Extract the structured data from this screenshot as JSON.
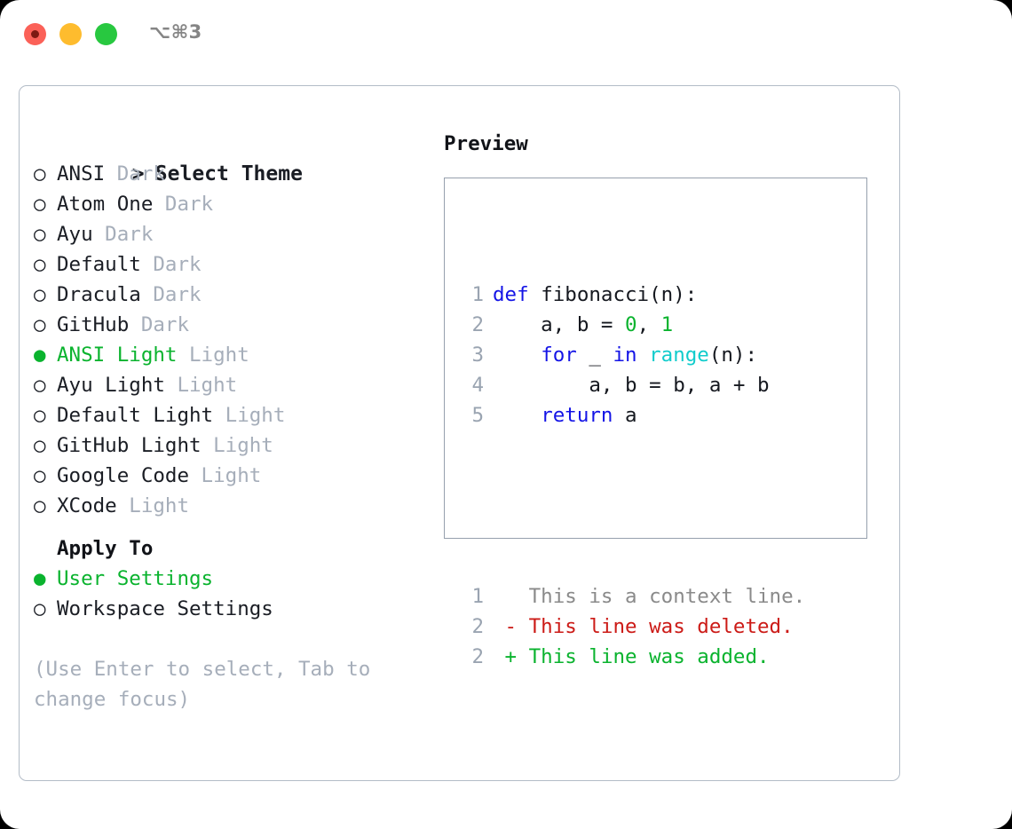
{
  "window": {
    "title": "⌥⌘3",
    "controls": [
      {
        "name": "close",
        "color": "#fb6158"
      },
      {
        "name": "minimize",
        "color": "#febc2e"
      },
      {
        "name": "zoom",
        "color": "#28c840"
      }
    ]
  },
  "theme_picker": {
    "header_marker": ">",
    "header_label": "Select Theme",
    "items": [
      {
        "marker": "○",
        "label": "ANSI",
        "suffix": " Dark",
        "selected": false
      },
      {
        "marker": "○",
        "label": "Atom One",
        "suffix": " Dark",
        "selected": false
      },
      {
        "marker": "○",
        "label": "Ayu",
        "suffix": " Dark",
        "selected": false
      },
      {
        "marker": "○",
        "label": "Default",
        "suffix": " Dark",
        "selected": false
      },
      {
        "marker": "○",
        "label": "Dracula",
        "suffix": " Dark",
        "selected": false
      },
      {
        "marker": "○",
        "label": "GitHub",
        "suffix": " Dark",
        "selected": false
      },
      {
        "marker": "●",
        "label": "ANSI Light",
        "suffix": " Light",
        "selected": true
      },
      {
        "marker": "○",
        "label": "Ayu Light",
        "suffix": " Light",
        "selected": false
      },
      {
        "marker": "○",
        "label": "Default Light",
        "suffix": " Light",
        "selected": false
      },
      {
        "marker": "○",
        "label": "GitHub Light",
        "suffix": " Light",
        "selected": false
      },
      {
        "marker": "○",
        "label": "Google Code",
        "suffix": " Light",
        "selected": false
      },
      {
        "marker": "○",
        "label": "XCode",
        "suffix": " Light",
        "selected": false
      }
    ]
  },
  "apply_to": {
    "heading": "Apply To",
    "options": [
      {
        "marker": "●",
        "label": "User Settings",
        "selected": true
      },
      {
        "marker": "○",
        "label": "Workspace Settings",
        "selected": false
      }
    ]
  },
  "hint": "(Use Enter to select, Tab to change focus)",
  "preview": {
    "title": "Preview",
    "code_lines": [
      {
        "no": "1",
        "tokens": [
          {
            "t": "def ",
            "c": "kw"
          },
          {
            "t": "fibonacci(n):",
            "c": "txt"
          }
        ]
      },
      {
        "no": "2",
        "tokens": [
          {
            "t": "    a, b = ",
            "c": "txt"
          },
          {
            "t": "0",
            "c": "num"
          },
          {
            "t": ", ",
            "c": "txt"
          },
          {
            "t": "1",
            "c": "num"
          }
        ]
      },
      {
        "no": "3",
        "tokens": [
          {
            "t": "    ",
            "c": "txt"
          },
          {
            "t": "for",
            "c": "kw"
          },
          {
            "t": " _ ",
            "c": "txt"
          },
          {
            "t": "in",
            "c": "kw"
          },
          {
            "t": " ",
            "c": "txt"
          },
          {
            "t": "range",
            "c": "fn"
          },
          {
            "t": "(n):",
            "c": "txt"
          }
        ]
      },
      {
        "no": "4",
        "tokens": [
          {
            "t": "        a, b = b, a + b",
            "c": "txt"
          }
        ]
      },
      {
        "no": "5",
        "tokens": [
          {
            "t": "    ",
            "c": "txt"
          },
          {
            "t": "return",
            "c": "kw"
          },
          {
            "t": " a",
            "c": "txt"
          }
        ]
      }
    ],
    "diff_lines": [
      {
        "no": "1",
        "tokens": [
          {
            "t": "   This is a context line.",
            "c": "ctx"
          }
        ]
      },
      {
        "no": "2",
        "tokens": [
          {
            "t": " - This line was deleted.",
            "c": "del"
          }
        ]
      },
      {
        "no": "2",
        "tokens": [
          {
            "t": " + This line was added.",
            "c": "add"
          }
        ]
      }
    ]
  },
  "colors": {
    "accent_green": "#0ab32e",
    "keyword_blue": "#1414e6",
    "function_cyan": "#11cccc",
    "diff_removed": "#cc1b17",
    "diff_added": "#0ab32e",
    "muted_gray": "#a6aeba",
    "border": "#b3bcc7"
  }
}
